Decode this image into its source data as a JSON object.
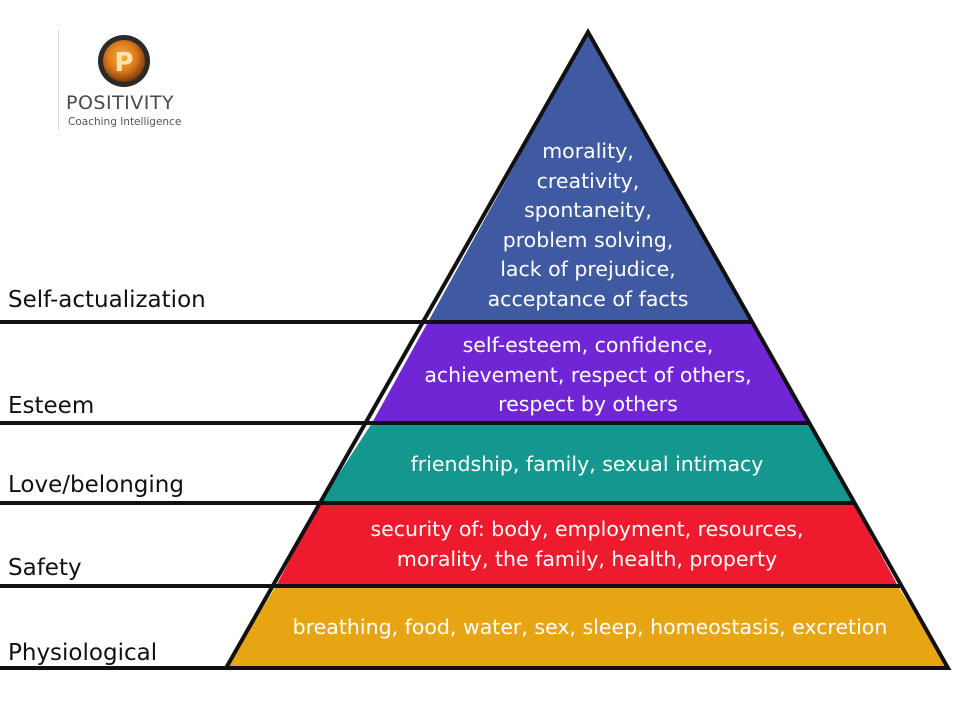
{
  "logo": {
    "mark": "P",
    "name": "POSITIVITY",
    "tagline": "Coaching Intelligence"
  },
  "levels": [
    {
      "label": "Self-actualization",
      "color": "#3f5aa0",
      "needs": [
        "morality,",
        "creativity,",
        "spontaneity,",
        "problem solving,",
        "lack of prejudice,",
        "acceptance of facts"
      ]
    },
    {
      "label": "Esteem",
      "color": "#7126d6",
      "needs": [
        "self-esteem, confidence,",
        "achievement, respect of others,",
        "respect by others"
      ]
    },
    {
      "label": "Love/belonging",
      "color": "#13978e",
      "needs": [
        "friendship, family, sexual intimacy"
      ]
    },
    {
      "label": "Safety",
      "color": "#ee1b2f",
      "needs": [
        "security of: body, employment, resources,",
        "morality, the family, health, property"
      ]
    },
    {
      "label": "Physiological",
      "color": "#e7a514",
      "needs": [
        "breathing, food, water, sex, sleep, homeostasis, excretion"
      ]
    }
  ]
}
